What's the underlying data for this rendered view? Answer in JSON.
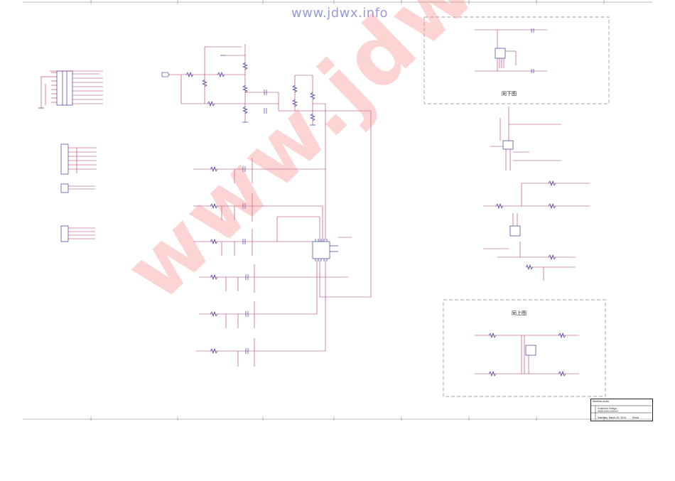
{
  "watermark": {
    "top_url": "www.jdwx.info",
    "diagonal_text": "www.jdwx.info"
  },
  "regions": {
    "upper_right_box": "同下图",
    "lower_right_box": "同上图"
  },
  "title_block": {
    "title": "Wireless Audio",
    "line2": "Customer Design",
    "line3": "0000-XXX-XXXXX",
    "date": "Saturday, March 20, 2010",
    "sheet": "Sheet"
  },
  "colors": {
    "wire": "#b03070",
    "component": "#1a1a8a",
    "net_label": "#cc2255",
    "frame": "#555555",
    "dashed": "#888888"
  }
}
